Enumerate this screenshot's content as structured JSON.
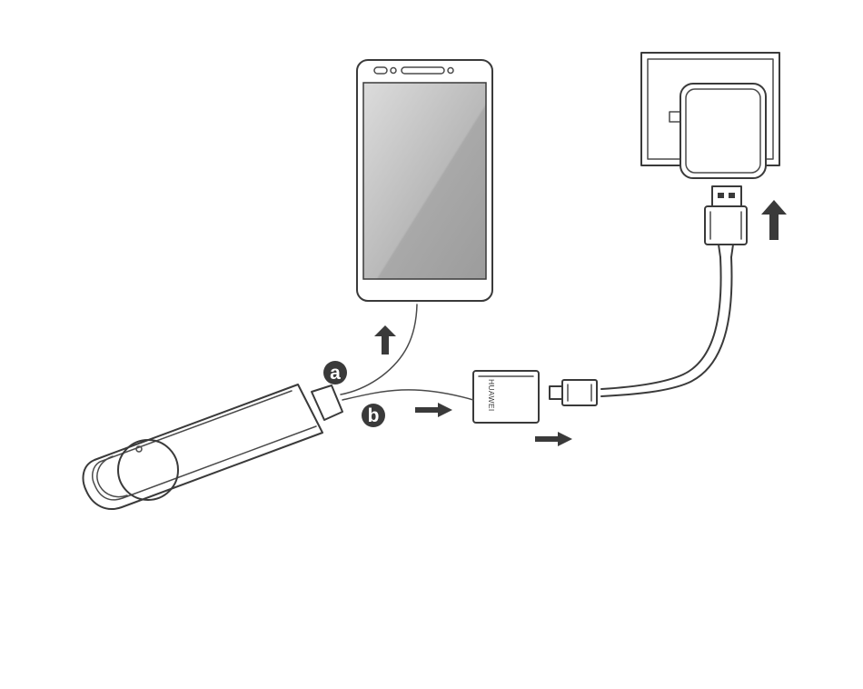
{
  "markers": {
    "a": "a",
    "b": "b"
  },
  "charger": {
    "brand_text": "HUAWEI"
  },
  "colors": {
    "line": "#3a3a3a",
    "screen_light": "#dadada",
    "screen_dark": "#9e9e9e",
    "background": "#ffffff"
  }
}
